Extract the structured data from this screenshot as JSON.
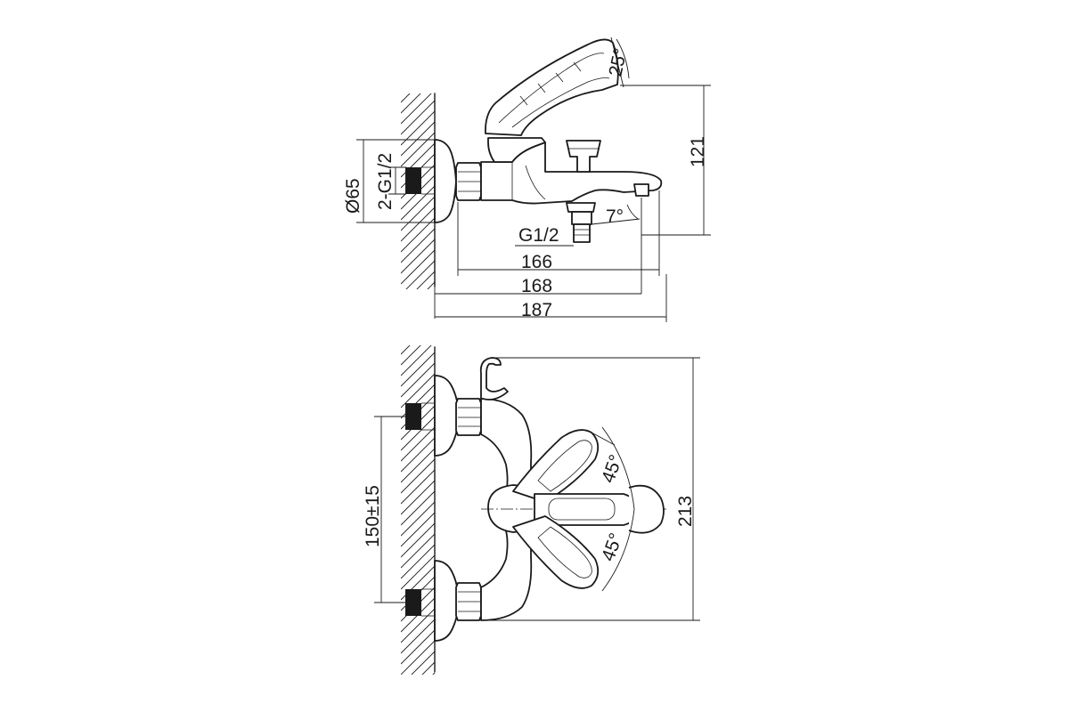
{
  "side_view": {
    "angle_handle": "25°",
    "height": "121",
    "diameter": "Ø65",
    "inlet_thread": "2-G1/2",
    "outlet_thread": "G1/2",
    "angle_spout": "7°",
    "length_outlet": "166",
    "length_spout_tip": "168",
    "length_total": "187"
  },
  "front_view": {
    "centers": "150±15",
    "height": "213",
    "angle_upper": "45°",
    "angle_lower": "45°"
  }
}
